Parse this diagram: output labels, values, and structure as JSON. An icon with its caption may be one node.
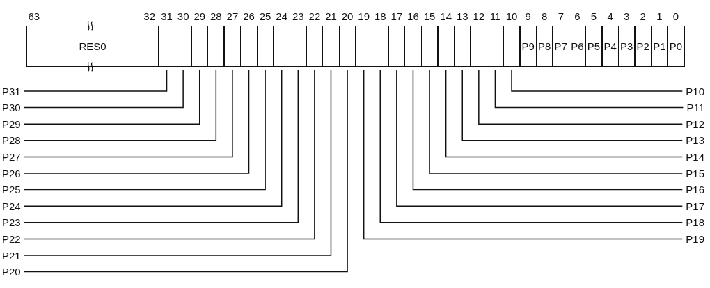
{
  "diagram": {
    "nodes": [
      {
        "text": [
          "RES0"
        ],
        "beside": [
          "63",
          "32"
        ]
      },
      {
        "text": [],
        "shape": "box",
        "beside": [
          "31"
        ]
      },
      {
        "text": [],
        "shape": "box",
        "beside": [
          "30"
        ]
      },
      {
        "text": [],
        "shape": "box",
        "beside": [
          "29"
        ]
      },
      {
        "text": [],
        "shape": "box",
        "beside": [
          "28"
        ]
      },
      {
        "text": [],
        "shape": "box",
        "beside": [
          "27"
        ]
      },
      {
        "text": [],
        "shape": "box",
        "beside": [
          "26"
        ]
      },
      {
        "text": [],
        "shape": "box",
        "beside": [
          "25"
        ]
      },
      {
        "text": [],
        "shape": "box",
        "beside": [
          "24"
        ]
      },
      {
        "text": [],
        "shape": "box",
        "beside": [
          "23"
        ]
      },
      {
        "text": [],
        "shape": "box",
        "beside": [
          "22"
        ]
      },
      {
        "text": [],
        "shape": "box",
        "beside": [
          "21"
        ]
      },
      {
        "text": [],
        "shape": "box",
        "beside": [
          "20"
        ]
      },
      {
        "text": [],
        "shape": "box",
        "beside": [
          "19"
        ]
      },
      {
        "text": [],
        "shape": "box",
        "beside": [
          "18"
        ]
      },
      {
        "text": [],
        "shape": "box",
        "beside": [
          "17"
        ]
      },
      {
        "text": [],
        "shape": "box",
        "beside": [
          "16"
        ]
      },
      {
        "text": [],
        "shape": "box",
        "beside": [
          "15"
        ]
      },
      {
        "text": [],
        "shape": "box",
        "beside": [
          "14"
        ]
      },
      {
        "text": [],
        "shape": "box",
        "beside": [
          "13"
        ]
      },
      {
        "text": [],
        "shape": "box",
        "beside": [
          "12"
        ]
      },
      {
        "text": [],
        "shape": "box",
        "beside": [
          "11"
        ]
      },
      {
        "text": [],
        "shape": "box",
        "beside": [
          "10"
        ]
      },
      {
        "text": [
          "P9"
        ],
        "beside": [
          "9"
        ]
      },
      {
        "text": [
          "P8"
        ],
        "beside": [
          "8"
        ]
      },
      {
        "text": [
          "P7"
        ],
        "beside": [
          "7"
        ]
      },
      {
        "text": [
          "P6"
        ],
        "beside": [
          "6"
        ]
      },
      {
        "text": [
          "P5"
        ],
        "beside": [
          "5"
        ]
      },
      {
        "text": [
          "P4"
        ],
        "beside": [
          "4"
        ]
      },
      {
        "text": [
          "P3"
        ],
        "beside": [
          "3"
        ]
      },
      {
        "text": [
          "P2"
        ],
        "beside": [
          "2"
        ]
      },
      {
        "text": [
          "P1"
        ],
        "beside": [
          "1"
        ]
      },
      {
        "text": [
          "P0"
        ],
        "beside": [
          "0"
        ]
      },
      {
        "text": [
          "P31"
        ]
      },
      {
        "text": [
          "P30"
        ]
      },
      {
        "text": [
          "P29"
        ]
      },
      {
        "text": [
          "P28"
        ]
      },
      {
        "text": [
          "P27"
        ]
      },
      {
        "text": [
          "P26"
        ]
      },
      {
        "text": [
          "P25"
        ]
      },
      {
        "text": [
          "P24"
        ]
      },
      {
        "text": [
          "P23"
        ]
      },
      {
        "text": [
          "P22"
        ]
      },
      {
        "text": [
          "P21"
        ]
      },
      {
        "text": [
          "P20"
        ]
      },
      {
        "text": [
          "P10"
        ]
      },
      {
        "text": [
          "P11"
        ]
      },
      {
        "text": [
          "P12"
        ]
      },
      {
        "text": [
          "P13"
        ]
      },
      {
        "text": [
          "P14"
        ]
      },
      {
        "text": [
          "P15"
        ]
      },
      {
        "text": [
          "P16"
        ]
      },
      {
        "text": [
          "P17"
        ]
      },
      {
        "text": [
          "P18"
        ]
      },
      {
        "text": [
          "P19"
        ]
      }
    ],
    "edges": [
      {
        "from": 33,
        "to": 1,
        "arrow": "none"
      },
      {
        "from": 34,
        "to": 2,
        "arrow": "none"
      },
      {
        "from": 35,
        "to": 3,
        "arrow": "none"
      },
      {
        "from": 36,
        "to": 4,
        "arrow": "none"
      },
      {
        "from": 37,
        "to": 5,
        "arrow": "none"
      },
      {
        "from": 38,
        "to": 6,
        "arrow": "none"
      },
      {
        "from": 39,
        "to": 7,
        "arrow": "none"
      },
      {
        "from": 40,
        "to": 8,
        "arrow": "none"
      },
      {
        "from": 41,
        "to": 9,
        "arrow": "none"
      },
      {
        "from": 42,
        "to": 10,
        "arrow": "none"
      },
      {
        "from": 43,
        "to": 11,
        "arrow": "none"
      },
      {
        "from": 44,
        "to": 12,
        "arrow": "none"
      },
      {
        "from": 45,
        "to": 22,
        "arrow": "none"
      },
      {
        "from": 46,
        "to": 21,
        "arrow": "none"
      },
      {
        "from": 47,
        "to": 20,
        "arrow": "none"
      },
      {
        "from": 48,
        "to": 19,
        "arrow": "none"
      },
      {
        "from": 49,
        "to": 18,
        "arrow": "none"
      },
      {
        "from": 50,
        "to": 17,
        "arrow": "none"
      },
      {
        "from": 51,
        "to": 16,
        "arrow": "none"
      },
      {
        "from": 52,
        "to": 15,
        "arrow": "none"
      },
      {
        "from": 53,
        "to": 14,
        "arrow": "none"
      },
      {
        "from": 54,
        "to": 13,
        "arrow": "none"
      }
    ]
  }
}
